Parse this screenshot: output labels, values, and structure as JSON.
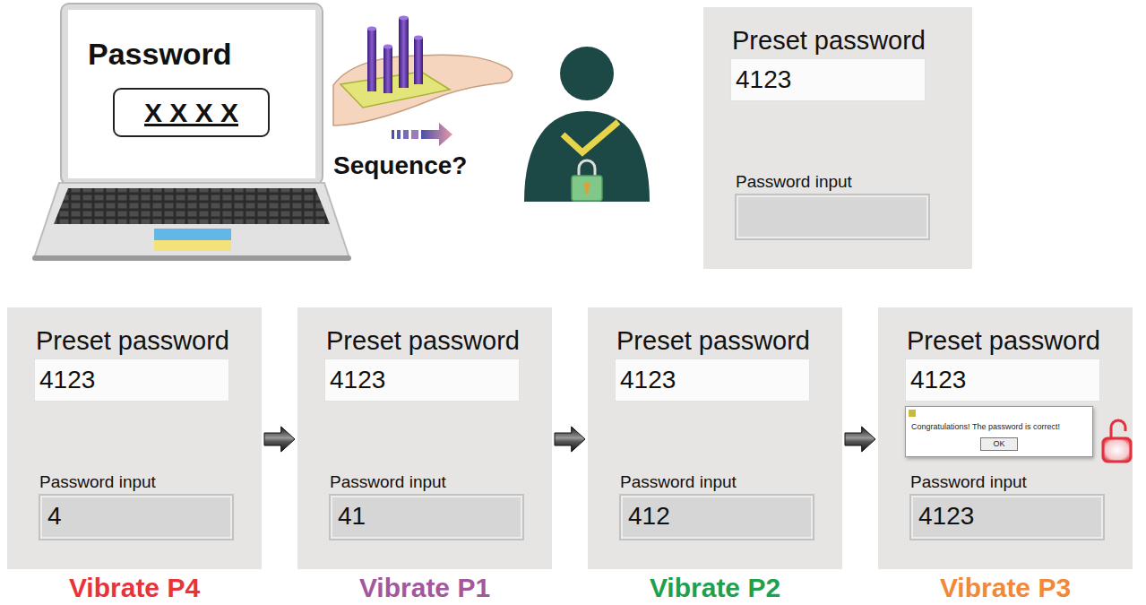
{
  "diagram": {
    "nodes": [
      {
        "text": [
          "Password"
        ]
      },
      {
        "text": [
          "X X X X"
        ],
        "in": 0
      },
      {
        "text": [
          "Preset password",
          "Password input"
        ]
      },
      {
        "text": [
          "4123"
        ],
        "in": 2
      },
      {
        "text": [
          "Preset password",
          "Password input"
        ]
      },
      {
        "text": [
          "4123"
        ],
        "in": 4
      },
      {
        "text": [
          "4"
        ],
        "in": 4
      },
      {
        "text": [
          "Preset password",
          "Password input"
        ]
      },
      {
        "text": [
          "4123"
        ],
        "in": 7
      },
      {
        "text": [
          "41"
        ],
        "in": 7
      },
      {
        "text": [
          "Preset password",
          "Password input"
        ]
      },
      {
        "text": [
          "4123"
        ],
        "in": 10
      },
      {
        "text": [
          "412"
        ],
        "in": 10
      },
      {
        "text": [
          "Preset password",
          "Password input"
        ]
      },
      {
        "text": [
          "4123"
        ],
        "in": 13
      },
      {
        "text": [
          "4123"
        ],
        "in": 13
      },
      {
        "text": [
          "Congratulations! The password is correct!"
        ],
        "in": 13
      },
      {
        "text": [
          "OK"
        ],
        "in": 16
      }
    ],
    "edges": [
      {
        "from": 4,
        "to": 7,
        "arrow": "to"
      },
      {
        "from": 7,
        "to": 10,
        "arrow": "to"
      },
      {
        "from": 10,
        "to": 13,
        "arrow": "to"
      }
    ],
    "labels": [
      "Sequence?",
      "Vibrate P4",
      "Vibrate P1",
      "Vibrate P2",
      "Vibrate P3"
    ]
  }
}
